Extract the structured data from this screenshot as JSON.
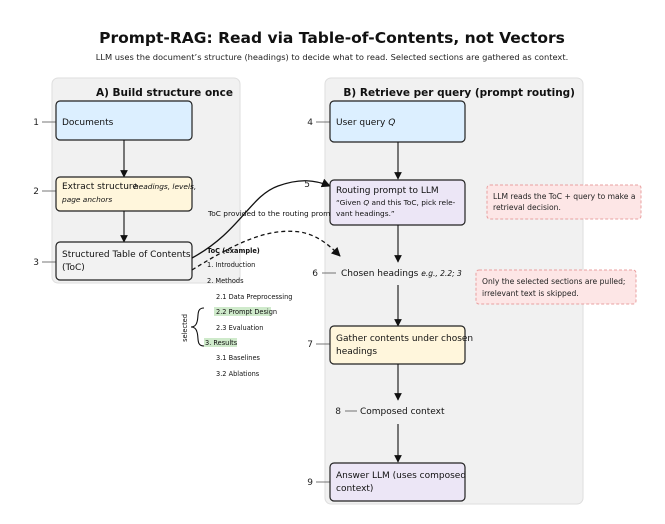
{
  "header": {
    "title": "Prompt-RAG: Read via Table-of-Contents, not Vectors",
    "subtitle": "LLM uses the document’s structure (headings) to decide what to read. Selected sections are gathered as context."
  },
  "panels": {
    "left_title": "A) Build structure once",
    "right_title": "B) Retrieve per query (prompt routing)"
  },
  "steps": {
    "s1": {
      "num": "1",
      "label": "Documents"
    },
    "s2": {
      "num": "2",
      "label": "Extract structure",
      "detail1": "headings, levels,",
      "detail2": "page anchors"
    },
    "s3": {
      "num": "3",
      "line1": "Structured Table of Contents",
      "line2": "(ToC)"
    },
    "s4": {
      "num": "4",
      "label": "User query",
      "var": "Q"
    },
    "s5": {
      "num": "5",
      "line1": "Routing prompt to LLM",
      "line2a": "“Given",
      "line2var": "Q",
      "line2b": "and this ToC, pick rele-",
      "line3": "vant headings.”"
    },
    "s6": {
      "num": "6",
      "label": "Chosen headings",
      "example": "e.g., 2.2; 3"
    },
    "s7": {
      "num": "7",
      "line1": "Gather contents under chosen",
      "line2": "headings"
    },
    "s8": {
      "num": "8",
      "label": "Composed context"
    },
    "s9": {
      "num": "9",
      "line1": "Answer LLM (uses composed",
      "line2": "context)"
    }
  },
  "edge_label": "ToC provided to the routing prompt",
  "toc_example": {
    "title": "ToC (example)",
    "items": [
      {
        "text": "1. Introduction",
        "selected": false,
        "indent": false
      },
      {
        "text": "2. Methods",
        "selected": false,
        "indent": false
      },
      {
        "text": "2.1 Data Preprocessing",
        "selected": false,
        "indent": true
      },
      {
        "text": "2.2 Prompt Design",
        "selected": true,
        "indent": true
      },
      {
        "text": "2.3 Evaluation",
        "selected": false,
        "indent": true
      },
      {
        "text": "3. Results",
        "selected": true,
        "indent": false
      },
      {
        "text": "3.1 Baselines",
        "selected": false,
        "indent": true
      },
      {
        "text": "3.2 Ablations",
        "selected": false,
        "indent": true
      }
    ],
    "brace_label": "selected"
  },
  "notes": {
    "n1_line1": "LLM reads the ToC + query to make a",
    "n1_line2": "retrieval decision.",
    "n2_line1": "Only the selected sections are pulled;",
    "n2_line2": "irrelevant text is skipped."
  },
  "colors": {
    "blue_fill": "#dcefff",
    "yellow_fill": "#fff6dc",
    "purple_fill": "#ece6f6",
    "gray_fill": "#f2f2f2",
    "panel_fill": "#f1f1f1",
    "note_fill": "#fde6e6",
    "note_border": "#e9a0a0",
    "highlight": "#cfeacb"
  }
}
